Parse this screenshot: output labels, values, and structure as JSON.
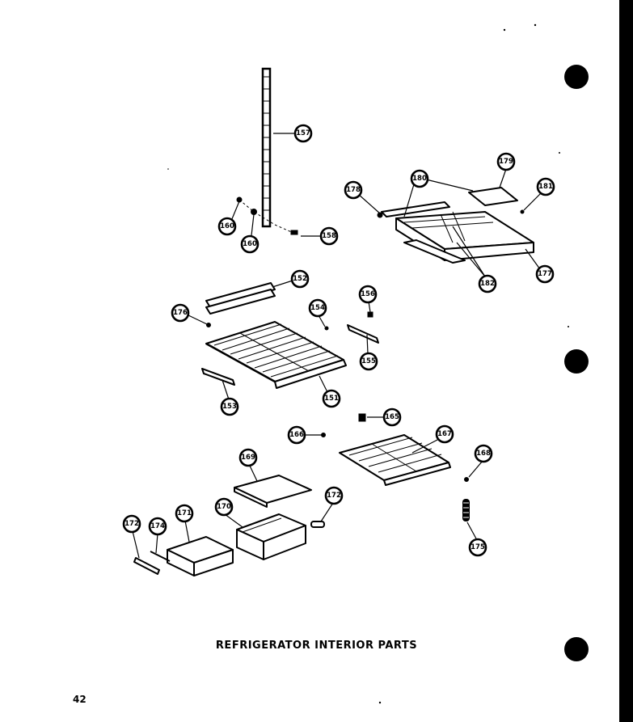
{
  "title": "REFRIGERATOR INTERIOR PARTS",
  "page_number": "42",
  "callouts": {
    "c157": "157",
    "c160a": "160",
    "c160b": "160",
    "c158": "158",
    "c178": "178",
    "c180": "180",
    "c179": "179",
    "c181": "181",
    "c177": "177",
    "c182": "182",
    "c152": "152",
    "c176": "176",
    "c154": "154",
    "c156": "156",
    "c155": "155",
    "c151": "151",
    "c153": "153",
    "c165": "165",
    "c166": "166",
    "c167": "167",
    "c168": "168",
    "c169": "169",
    "c171": "171",
    "c170": "170",
    "c172a": "172",
    "c172b": "172",
    "c174": "174",
    "c175": "175"
  }
}
